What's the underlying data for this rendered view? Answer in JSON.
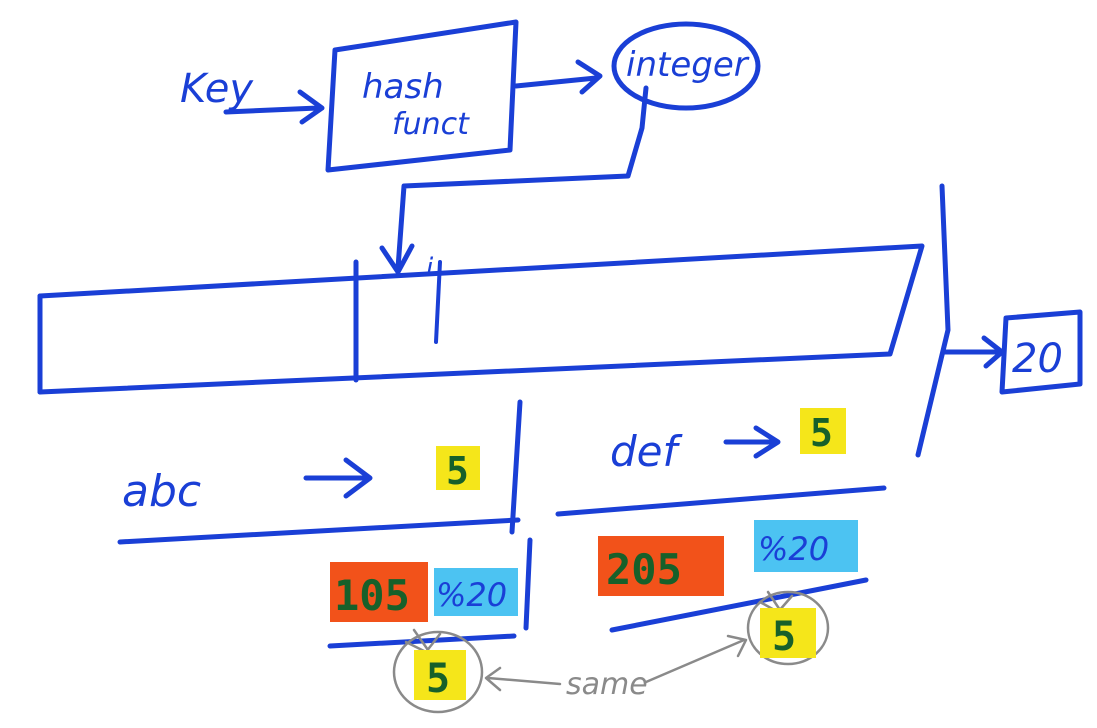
{
  "labels": {
    "key": "Key",
    "hash_function_line1": "hash",
    "hash_function_line2": "funct",
    "integer": "integer",
    "bucket_value": "20",
    "pointer_index": "i",
    "entry1_key": "abc",
    "entry1_value": "5",
    "entry2_key": "def",
    "entry2_value": "5",
    "calc1_number": "105",
    "calc1_mod": "%20",
    "calc2_number": "205",
    "calc2_mod": "%20",
    "result1": "5",
    "result2": "5",
    "same": "same"
  },
  "colors": {
    "ink": "#1a3fd6",
    "yellow_highlight": "#f5e61a",
    "orange_highlight": "#f2521a",
    "cyan_highlight": "#4cc3f2",
    "annotation_gray": "#8a8a8a",
    "result_ink": "#17602a"
  }
}
